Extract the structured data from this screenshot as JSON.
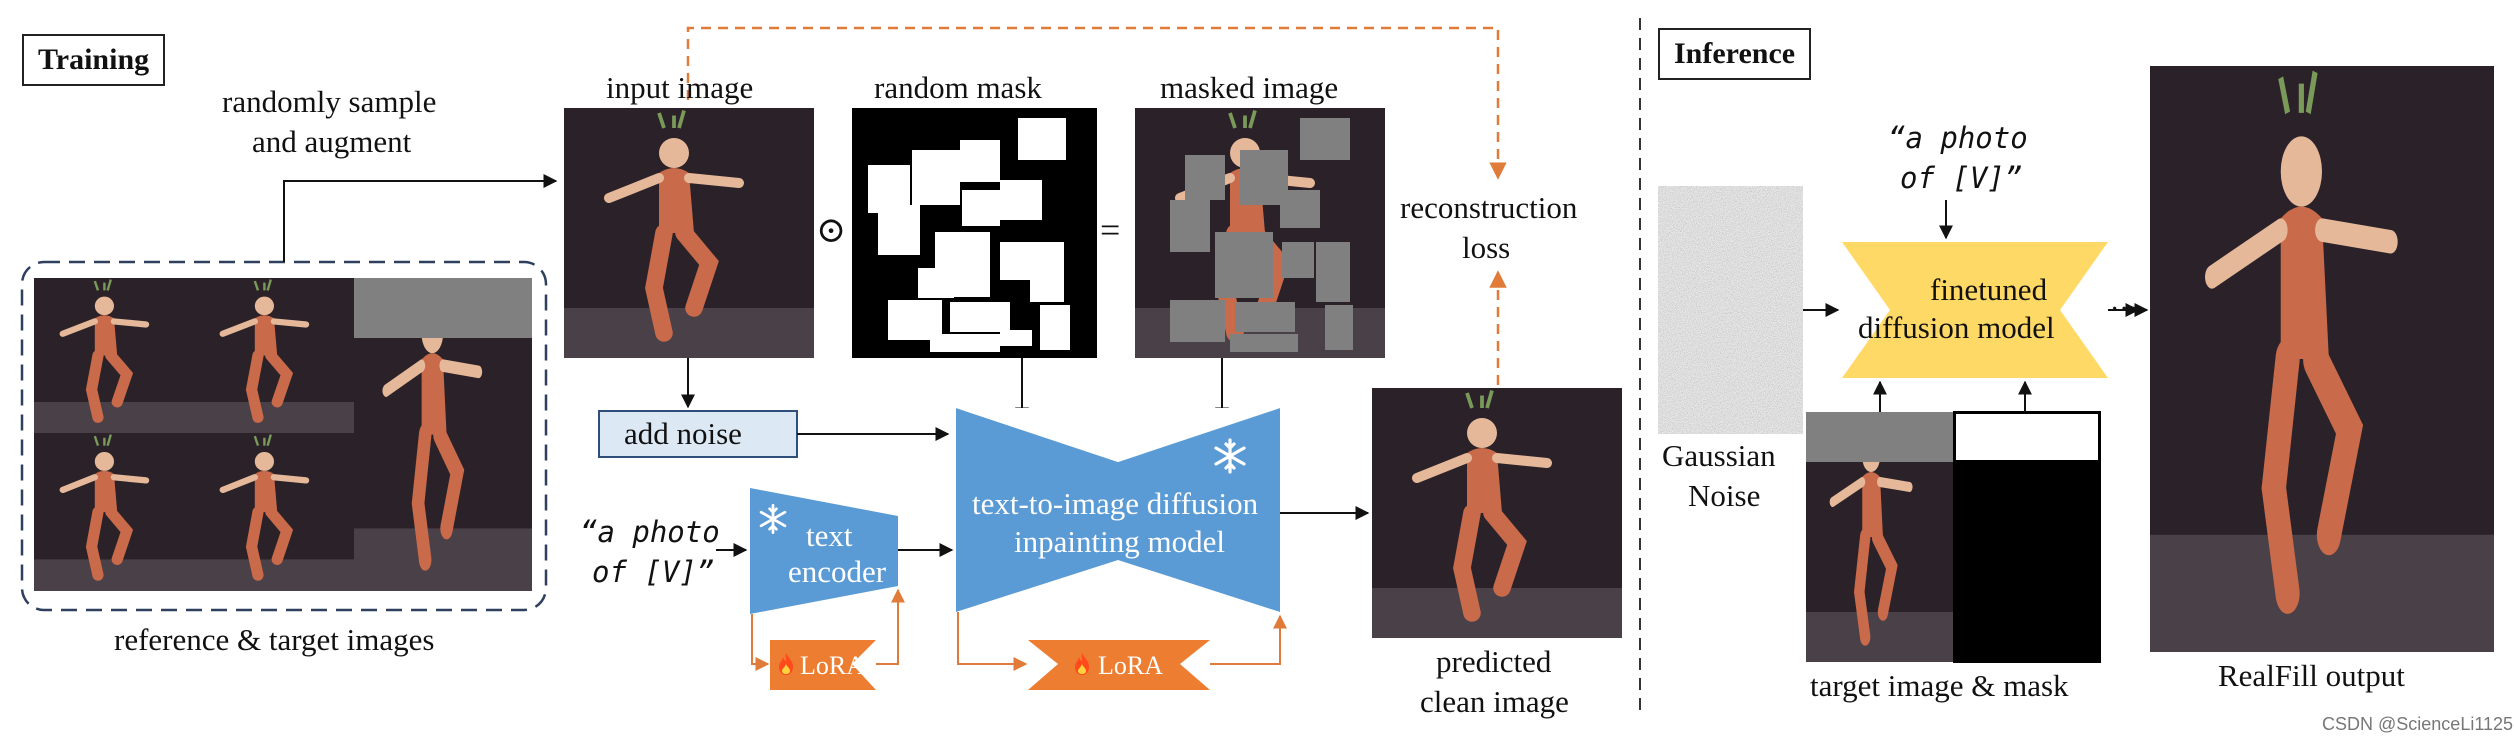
{
  "training": {
    "title": "Training",
    "sample_label_line1": "randomly sample",
    "sample_label_line2": "and augment",
    "input_image_label": "input image",
    "random_mask_label": "random mask",
    "masked_image_label": "masked image",
    "odot_symbol": "⊙",
    "equals_symbol": "=",
    "recon_line1": "reconstruction",
    "recon_line2": "loss",
    "add_noise_label": "add noise",
    "prompt_line1": "“a photo",
    "prompt_line2": "of [V]”",
    "text_encoder_line1": "text",
    "text_encoder_line2": "encoder",
    "diffusion_line1": "text-to-image diffusion",
    "diffusion_line2": "inpainting model",
    "lora_label": "LoRA",
    "predicted_line1": "predicted",
    "predicted_line2": "clean image",
    "references_label": "reference & target images"
  },
  "inference": {
    "title": "Inference",
    "prompt_line1": "“a photo",
    "prompt_line2": "of [V]”",
    "noise_line1": "Gaussian",
    "noise_line2": "Noise",
    "finetuned_line1": "finetuned",
    "finetuned_line2": "diffusion model",
    "dots": "···",
    "target_label": "target image & mask",
    "output_label": "RealFill output"
  },
  "watermark": "CSDN @ScienceLi1125",
  "colors": {
    "blue_model": "#5b9bd5",
    "orange_lora": "#ed7d31",
    "orange_arrow": "#e07b39",
    "yellow_model": "#ffd966",
    "add_noise_fill": "#dde8f5",
    "photo_bg": "#2a2228",
    "costume": "#c96a4a",
    "gray_mask": "#808080"
  },
  "icons": [
    "snowflake-icon",
    "fire-icon",
    "dancer-photo",
    "random-mask-pattern",
    "gaussian-noise-texture"
  ]
}
